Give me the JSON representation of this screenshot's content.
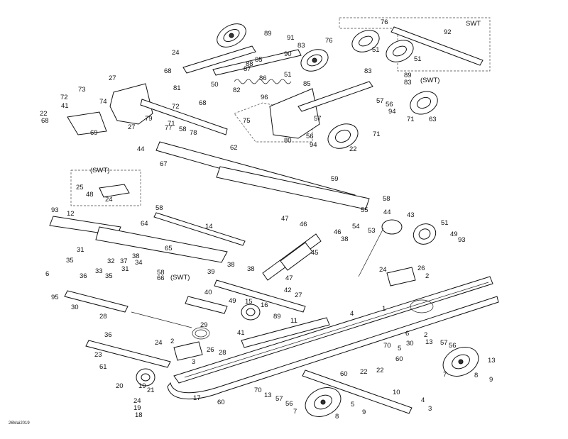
{
  "diagram": {
    "drawing_code": "26Mai2019",
    "swt_labels": [
      "SWT",
      "(SWT)",
      "(SWT)",
      "(SWT)"
    ],
    "callouts": [
      "89",
      "91",
      "76",
      "92",
      "51",
      "51",
      "76",
      "24",
      "85",
      "87",
      "88",
      "83",
      "90",
      "51",
      "83",
      "68",
      "27",
      "50",
      "86",
      "82",
      "96",
      "85",
      "89",
      "83",
      "73",
      "74",
      "81",
      "72",
      "68",
      "57",
      "56",
      "94",
      "71",
      "63",
      "22",
      "41",
      "72",
      "68",
      "79",
      "27",
      "77",
      "71",
      "58",
      "78",
      "75",
      "80",
      "56",
      "94",
      "57",
      "71",
      "22",
      "69",
      "44",
      "62",
      "67",
      "25",
      "48",
      "24",
      "59",
      "58",
      "93",
      "12",
      "64",
      "14",
      "58",
      "47",
      "46",
      "55",
      "44",
      "43",
      "51",
      "54",
      "53",
      "46",
      "38",
      "49",
      "93",
      "31",
      "65",
      "45",
      "38",
      "35",
      "36",
      "32",
      "37",
      "34",
      "33",
      "31",
      "35",
      "58",
      "66",
      "39",
      "38",
      "6",
      "95",
      "30",
      "28",
      "40",
      "49",
      "15",
      "16",
      "27",
      "42",
      "38",
      "47",
      "24",
      "26",
      "2",
      "1",
      "4",
      "29",
      "41",
      "89",
      "11",
      "36",
      "24",
      "2",
      "26",
      "28",
      "23",
      "3",
      "61",
      "20",
      "19",
      "21",
      "24",
      "19",
      "18",
      "17",
      "60",
      "70",
      "13",
      "57",
      "56",
      "7",
      "10",
      "8",
      "5",
      "9",
      "4",
      "3",
      "60",
      "22",
      "22",
      "6",
      "5",
      "70",
      "30",
      "2",
      "13",
      "57",
      "56",
      "60",
      "13",
      "7",
      "8",
      "9"
    ]
  }
}
